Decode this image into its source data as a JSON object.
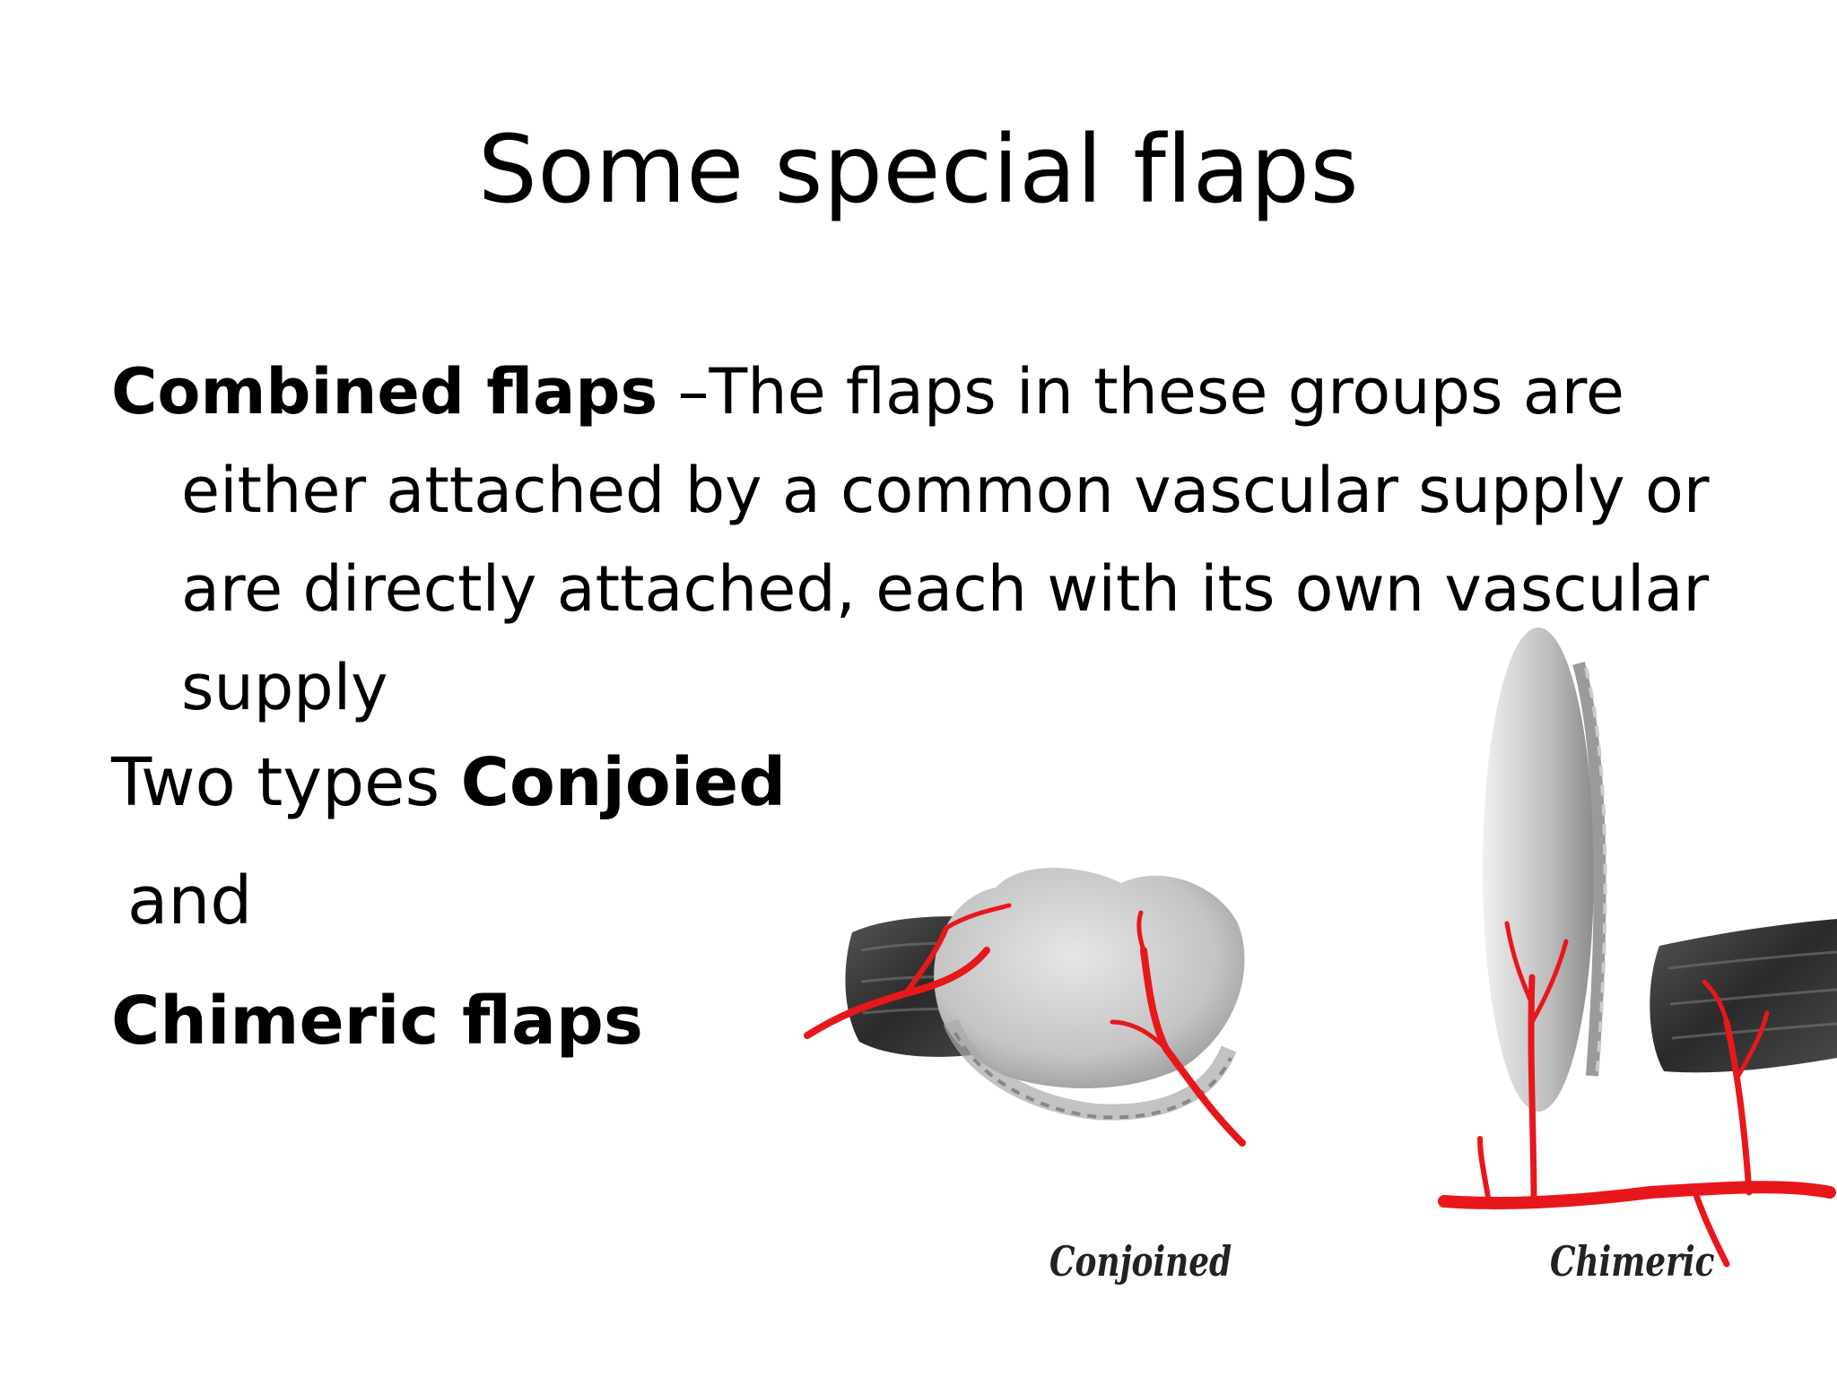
{
  "slide": {
    "title": "Some special flaps",
    "combined": {
      "term": "Combined flaps",
      "definition": " –The flaps in these groups are either attached by a common vascular supply or are directly attached, each with its own vascular supply"
    },
    "types_prefix": "Two types ",
    "type1": "Conjoied",
    "and": "and",
    "type2": "Chimeric flaps"
  },
  "figure": {
    "label_left": "Conjoined",
    "label_right": "Chimeric",
    "colors": {
      "vessel": "#e8171b",
      "tissue_light": "#d9d9d9",
      "tissue_dark": "#3a3a3a"
    }
  }
}
